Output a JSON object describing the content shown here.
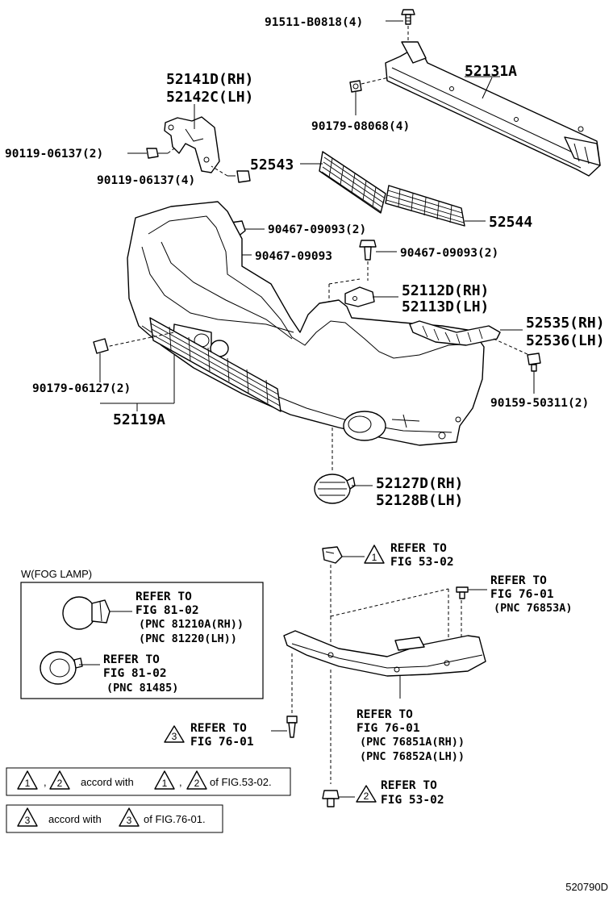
{
  "labels": {
    "bolt_top": "91511-B0818(4)",
    "reinforcement": "52131A",
    "clip_reinf": "90179-08068(4)",
    "bracket": "52141D(RH)",
    "bracket_lh": "52142C(LH)",
    "bolt_bracket_a": "90119-06137(2)",
    "bolt_bracket_b": "90119-06137(4)",
    "grille_upper": "52543",
    "grille_lower": "52544",
    "clip_a": "90467-09093(2)",
    "clip_b": "90467-09093",
    "clip_c": "90467-09093(2)",
    "retainer_rh": "52112D(RH)",
    "retainer_lh": "52113D(LH)",
    "side_rh": "52535(RH)",
    "side_lh": "52536(LH)",
    "clip_side": "90159-50311(2)",
    "clip_cover": "90179-06127(2)",
    "cover": "52119A",
    "foghole_rh": "52127D(RH)",
    "foghole_lh": "52128B(LH)"
  },
  "refers": {
    "r5302_a": {
      "mark": "1",
      "line1": "REFER TO",
      "line2": "FIG 53-02"
    },
    "r7601_right": {
      "line1": "REFER TO",
      "line2": "FIG 76-01",
      "line3": "(PNC 76853A)"
    },
    "r7601_mid": {
      "line1": "REFER TO",
      "line2": "FIG 76-01",
      "line3": "(PNC 76851A(RH))",
      "line4": "(PNC 76852A(LH))"
    },
    "r7601_left": {
      "mark": "3",
      "line1": "REFER TO",
      "line2": "FIG 76-01"
    },
    "r5302_b": {
      "mark": "2",
      "line1": "REFER TO",
      "line2": "FIG 53-02"
    }
  },
  "fog": {
    "title": "W(FOG LAMP)",
    "lamp": {
      "line1": "REFER TO",
      "line2": "FIG 81-02",
      "line3": "(PNC 81210A(RH))",
      "line4": "(PNC 81220(LH))"
    },
    "cover": {
      "line1": "REFER TO",
      "line2": "FIG 81-02",
      "line3": "(PNC 81485)"
    }
  },
  "notes": {
    "note1": {
      "m1": "1",
      "sep": ",",
      "m2": "2",
      "text1": "accord with",
      "m3": "1",
      "sep2": ",",
      "m4": "2",
      "text2": "of FIG.53-02."
    },
    "note2": {
      "m1": "3",
      "text1": "accord with",
      "m2": "3",
      "text2": "of FIG.76-01."
    }
  },
  "diagram_id": "520790D"
}
